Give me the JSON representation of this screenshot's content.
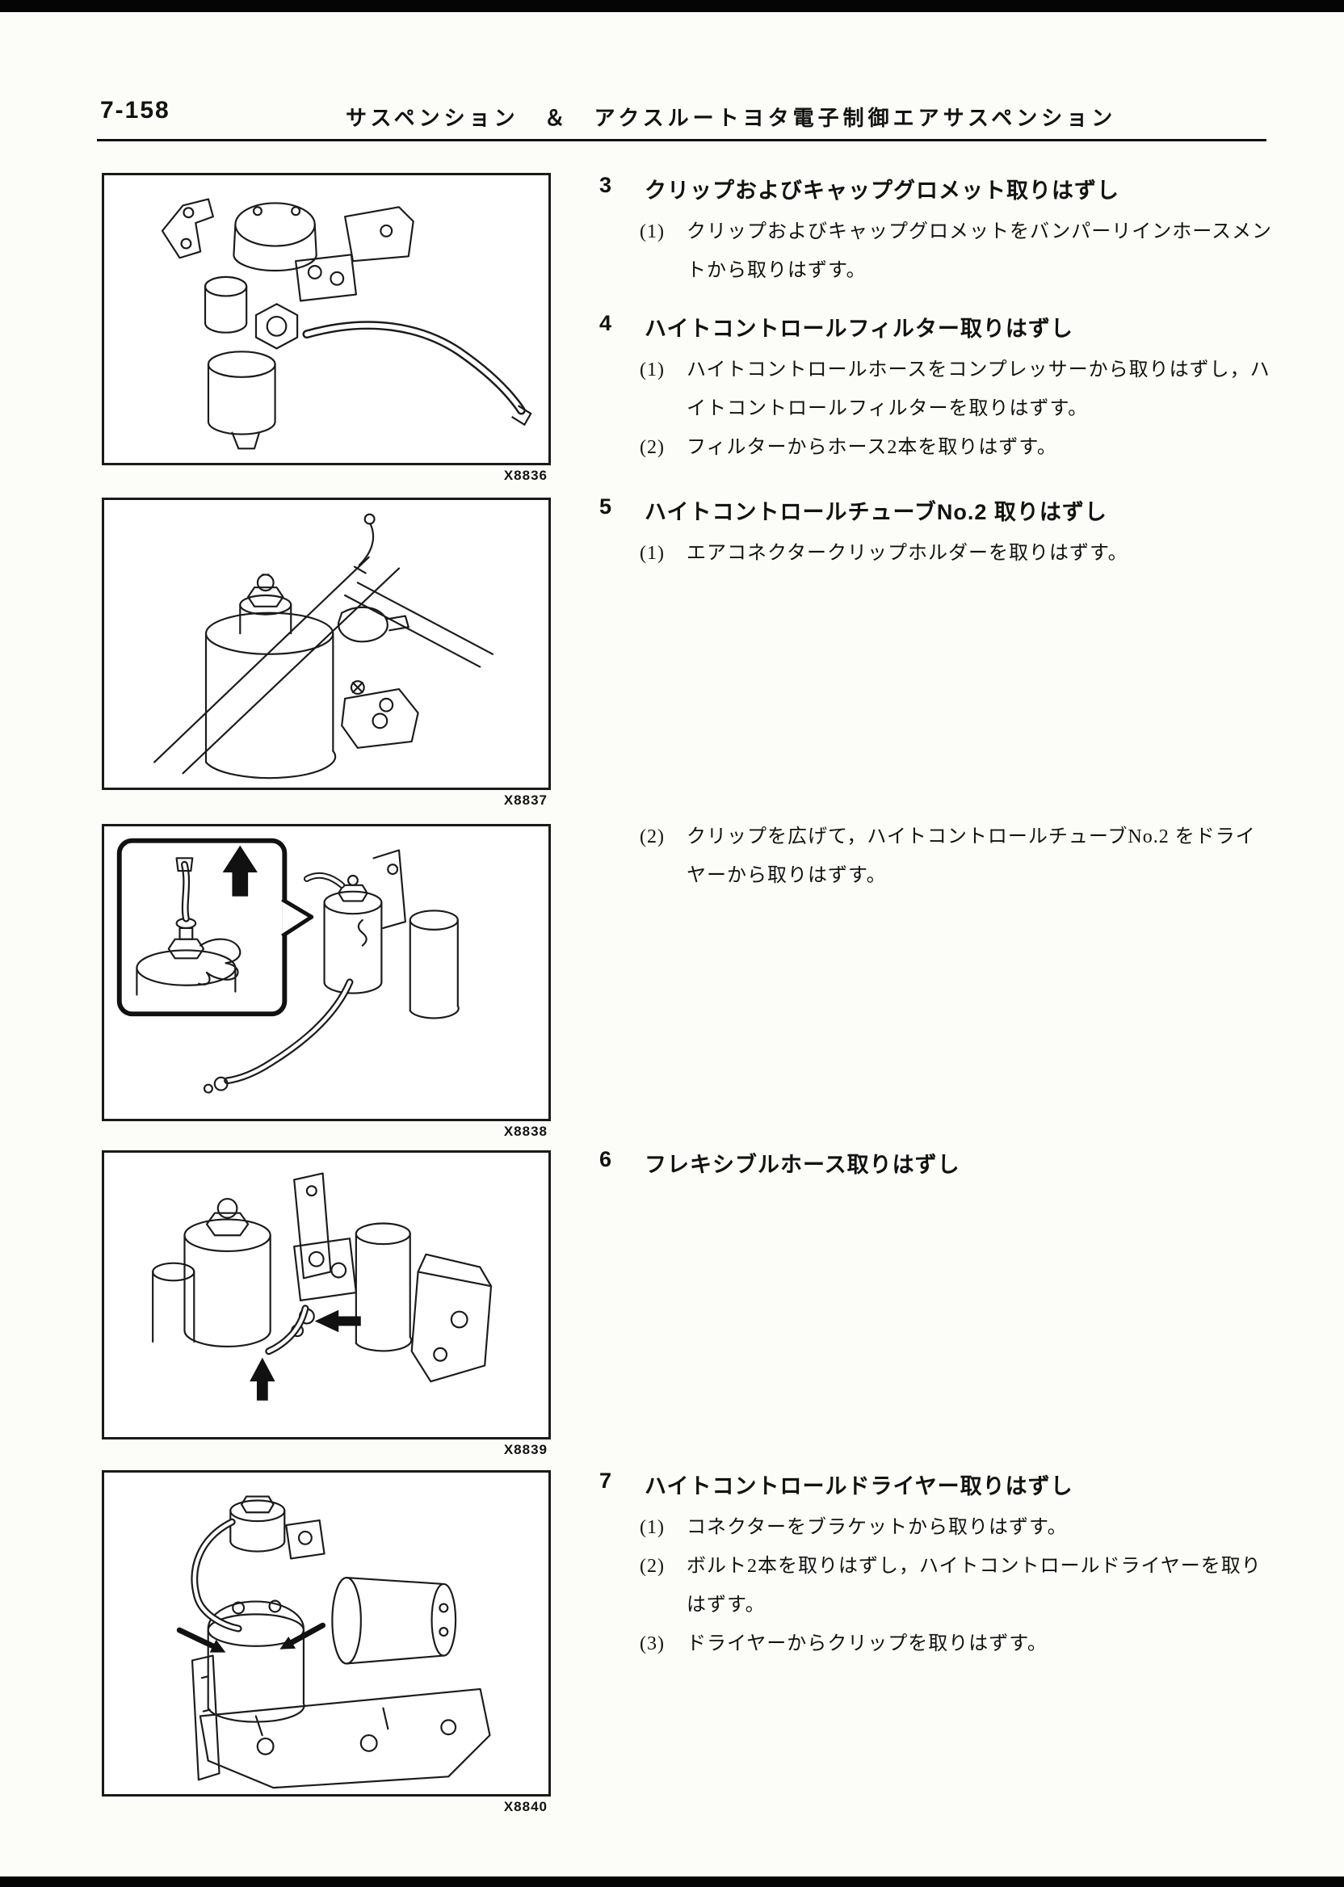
{
  "page": {
    "number": "7-158",
    "section_title": "サスペンション　＆　アクスルートヨタ電子制御エアサスペンション"
  },
  "figures": [
    {
      "code": "X8836"
    },
    {
      "code": "X8837"
    },
    {
      "code": "X8838"
    },
    {
      "code": "X8839"
    },
    {
      "code": "X8840"
    }
  ],
  "steps": [
    {
      "num": "3",
      "title": "クリップおよびキャップグロメット取りはずし",
      "subs": [
        {
          "label": "(1)",
          "text": "クリップおよびキャップグロメットをバンパーリインホースメントから取りはずす。"
        }
      ]
    },
    {
      "num": "4",
      "title": "ハイトコントロールフィルター取りはずし",
      "subs": [
        {
          "label": "(1)",
          "text": "ハイトコントロールホースをコンプレッサーから取りはずし，ハイトコントロールフィルターを取りはずす。"
        },
        {
          "label": "(2)",
          "text": "フィルターからホース2本を取りはずす。"
        }
      ]
    },
    {
      "num": "5",
      "title": "ハイトコントロールチューブNo.2 取りはずし",
      "subs": [
        {
          "label": "(1)",
          "text": "エアコネクタークリップホルダーを取りはずす。"
        },
        {
          "label": "(2)",
          "text": "クリップを広げて，ハイトコントロールチューブNo.2 をドライヤーから取りはずす。"
        }
      ]
    },
    {
      "num": "6",
      "title": "フレキシブルホース取りはずし",
      "subs": []
    },
    {
      "num": "7",
      "title": "ハイトコントロールドライヤー取りはずし",
      "subs": [
        {
          "label": "(1)",
          "text": "コネクターをブラケットから取りはずす。"
        },
        {
          "label": "(2)",
          "text": "ボルト2本を取りはずし，ハイトコントロールドライヤーを取りはずす。"
        },
        {
          "label": "(3)",
          "text": "ドライヤーからクリップを取りはずす。"
        }
      ]
    }
  ]
}
